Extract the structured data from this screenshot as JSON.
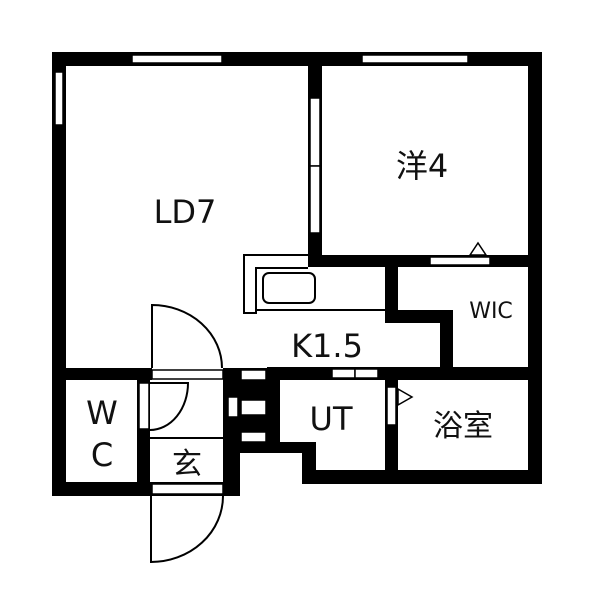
{
  "floor_plan": {
    "rooms": {
      "ld": "LD7",
      "western_room": "洋4",
      "wic": "WIC",
      "kitchen": "K1.5",
      "utility": "UT",
      "bathroom": "浴室",
      "wc_w": "W",
      "wc_c": "C",
      "entrance": "玄"
    },
    "colors": {
      "wall": "#000000",
      "background": "#ffffff"
    }
  }
}
